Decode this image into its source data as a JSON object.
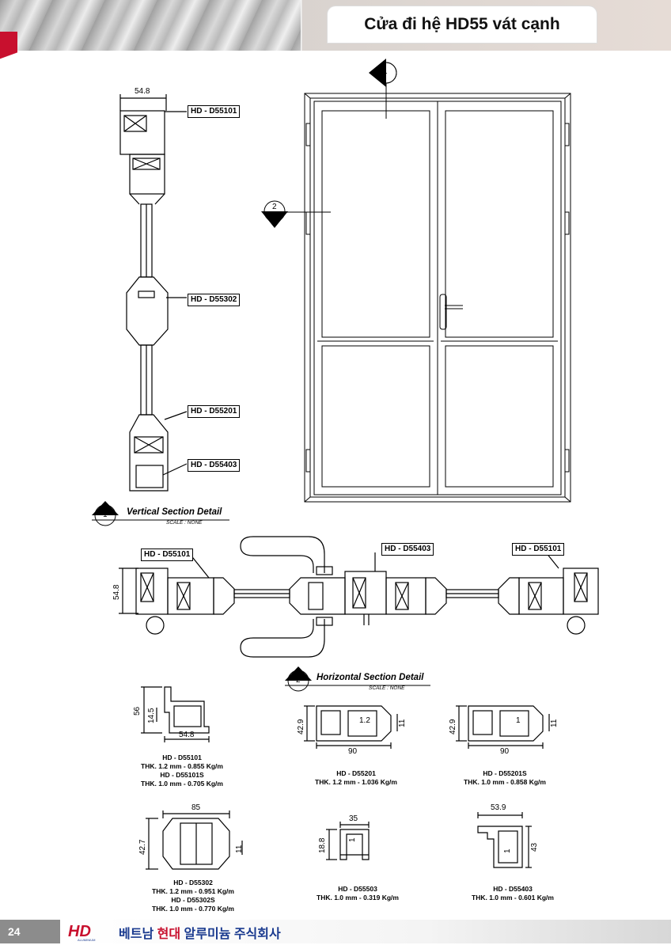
{
  "header": {
    "title": "Cửa đi hệ HD55 vát cạnh"
  },
  "labels": {
    "v_d55101": "HD - D55101",
    "v_d55302": "HD - D55302",
    "v_d55201": "HD - D55201",
    "v_d55403": "HD - D55403",
    "h_d55101_left": "HD - D55101",
    "h_d55403": "HD - D55403",
    "h_d55101_right": "HD - D55101"
  },
  "dims": {
    "v_width": "54.8",
    "h_height": "54.8",
    "p1_h": "56",
    "p1_inner": "14.5",
    "p1_w": "54.8",
    "p2_h": "42.9",
    "p2_t": "1.2",
    "p2_side": "11",
    "p2_w": "90",
    "p3_h": "42.9",
    "p3_t": "1",
    "p3_side": "11",
    "p3_w": "90",
    "p4_w": "85",
    "p4_h": "42.7",
    "p4_side": "11",
    "p5_w": "35",
    "p5_h": "18.8",
    "p5_t": "1",
    "p6_w": "53.9",
    "p6_h": "43",
    "p6_t": "1"
  },
  "markers": {
    "m1": "1",
    "m2": "2"
  },
  "sections": {
    "vertical_title": "Vertical Section Detail",
    "vertical_scale": "SCALE : NONE",
    "horizontal_title": "Horizontal Section Detail",
    "horizontal_scale": "SCALE : NONE"
  },
  "specs": {
    "p1": [
      "HD - D55101",
      "THK. 1.2 mm - 0.855 Kg/m",
      "HD - D55101S",
      "THK. 1.0 mm - 0.705 Kg/m"
    ],
    "p2": [
      "HD - D55201",
      "THK. 1.2 mm - 1.036 Kg/m"
    ],
    "p3": [
      "HD - D55201S",
      "THK. 1.0 mm - 0.858 Kg/m"
    ],
    "p4": [
      "HD - D55302",
      "THK. 1.2 mm - 0.951 Kg/m",
      "HD - D55302S",
      "THK. 1.0 mm - 0.770 Kg/m"
    ],
    "p5": [
      "HD - D55503",
      "THK. 1.0 mm - 0.319 Kg/m"
    ],
    "p6": [
      "HD - D55403",
      "THK. 1.0 mm - 0.601 Kg/m"
    ]
  },
  "footer": {
    "page": "24",
    "logo": "HD",
    "logo_sub": "ALUMINIUM",
    "company_a": "베트남 ",
    "company_b": "현대",
    "company_c": " 알루미늄 주식회사"
  }
}
